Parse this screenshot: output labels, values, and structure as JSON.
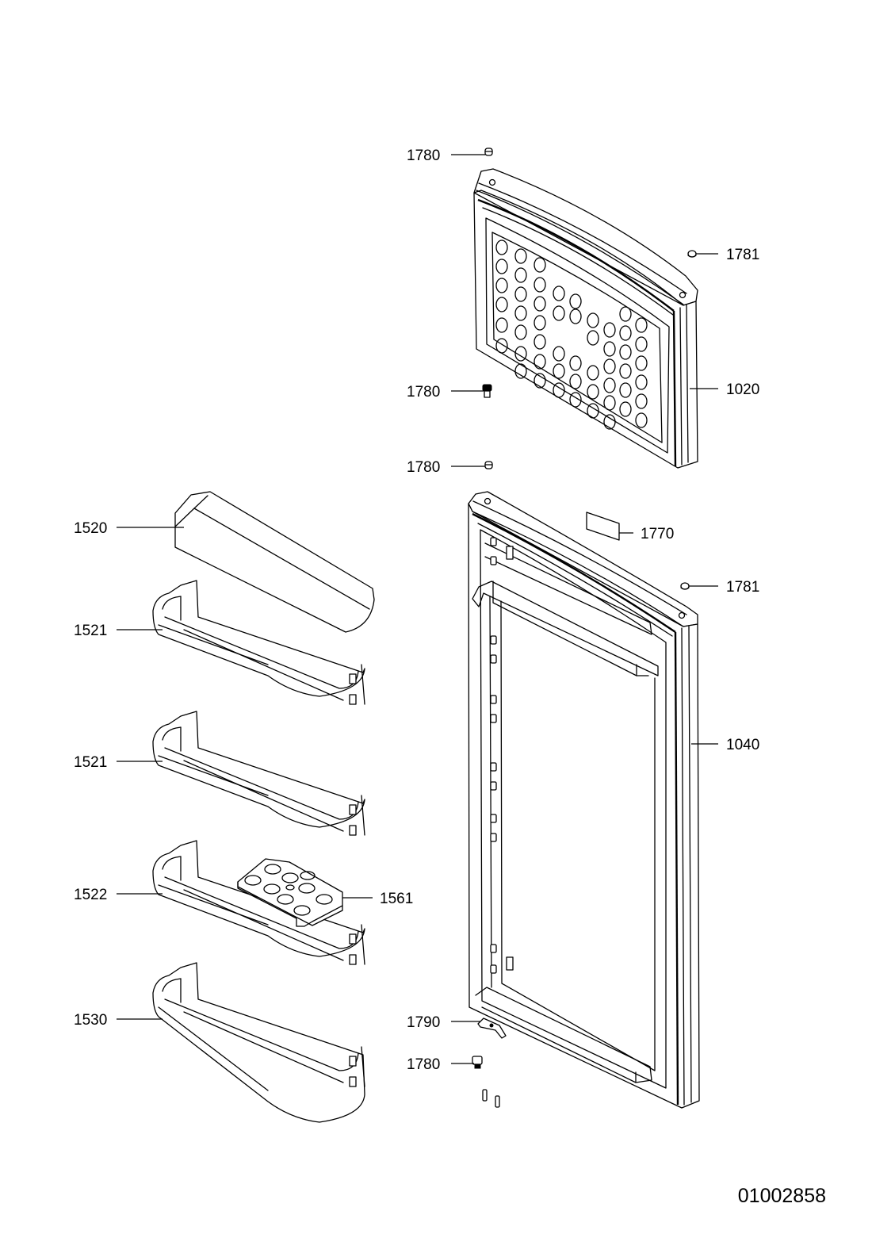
{
  "diagram": {
    "callouts": [
      {
        "id": "screw-top-freezer",
        "label": "1780"
      },
      {
        "id": "pin-freezer-right",
        "label": "1781"
      },
      {
        "id": "freezer-door",
        "label": "1020"
      },
      {
        "id": "screw-mid-freezer",
        "label": "1780"
      },
      {
        "id": "screw-top-fridge",
        "label": "1780"
      },
      {
        "id": "cover-plate",
        "label": "1770"
      },
      {
        "id": "pin-fridge-right",
        "label": "1781"
      },
      {
        "id": "fridge-door",
        "label": "1040"
      },
      {
        "id": "shelf-cover",
        "label": "1520"
      },
      {
        "id": "door-shelf-1",
        "label": "1521"
      },
      {
        "id": "door-shelf-2",
        "label": "1521"
      },
      {
        "id": "door-shelf-egg",
        "label": "1522"
      },
      {
        "id": "egg-tray",
        "label": "1561"
      },
      {
        "id": "bottle-shelf",
        "label": "1530"
      },
      {
        "id": "hinge-bracket",
        "label": "1790"
      },
      {
        "id": "screw-bottom",
        "label": "1780"
      }
    ],
    "document_number": "01002858"
  }
}
